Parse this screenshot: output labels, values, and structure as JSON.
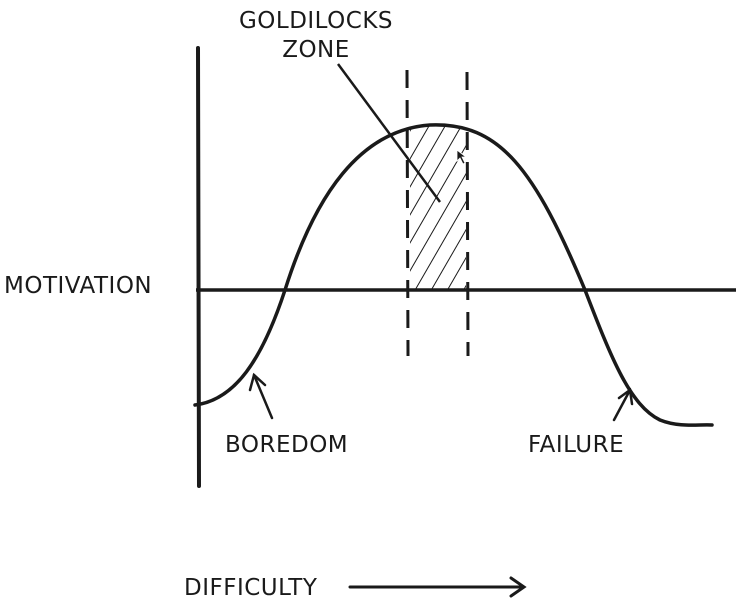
{
  "labels": {
    "zone_line1": "GOLDILOCKS",
    "zone_line2": "ZONE",
    "y_axis": "MOTIVATION",
    "x_axis": "DIFFICULTY",
    "left_annotation": "BOREDOM",
    "right_annotation": "FAILURE"
  },
  "colors": {
    "ink": "#1a1a1a",
    "background": "#ffffff"
  }
}
